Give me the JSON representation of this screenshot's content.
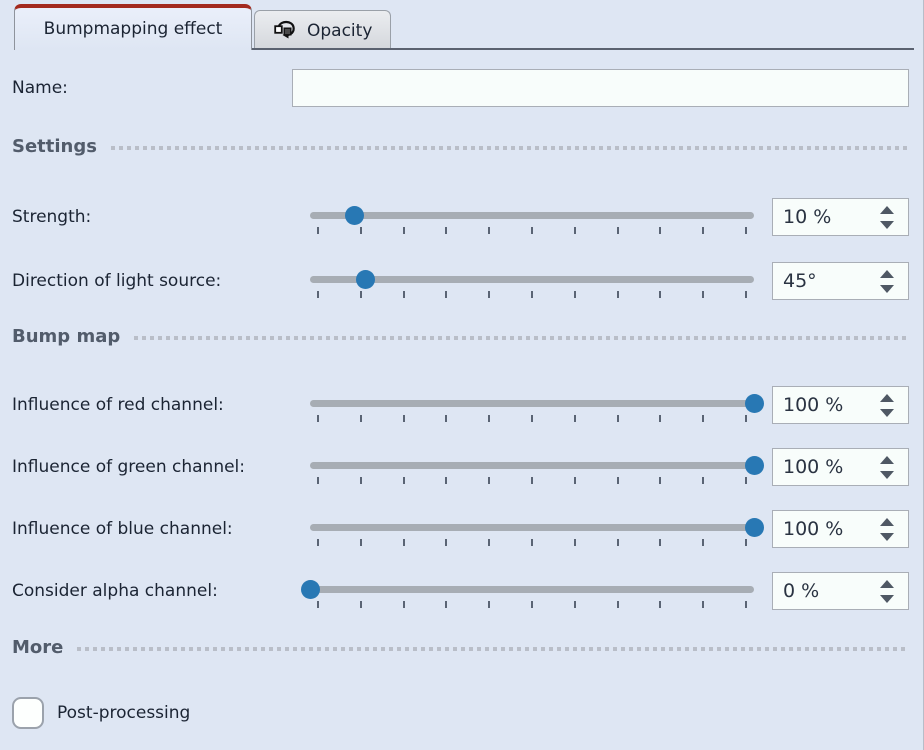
{
  "tabs": [
    {
      "label": "Bumpmapping effect",
      "active": true
    },
    {
      "label": "Opacity",
      "active": false,
      "icon": "fade-rotation-icon"
    }
  ],
  "name_field": {
    "label": "Name:",
    "value": ""
  },
  "rows": [
    {
      "type": "section",
      "label": "Settings"
    },
    {
      "type": "slider",
      "label": "Strength:",
      "value": 10,
      "min": 0,
      "max": 100,
      "ticks": 11,
      "display": "10 %"
    },
    {
      "type": "slider",
      "label": "Direction of light source:",
      "value": 45,
      "min": 0,
      "max": 360,
      "ticks": 11,
      "display": "45°"
    },
    {
      "type": "section",
      "label": "Bump map"
    },
    {
      "type": "slider",
      "label": "Influence of red channel:",
      "value": 100,
      "min": 0,
      "max": 100,
      "ticks": 11,
      "display": "100 %"
    },
    {
      "type": "slider",
      "label": "Influence of green channel:",
      "value": 100,
      "min": 0,
      "max": 100,
      "ticks": 11,
      "display": "100 %"
    },
    {
      "type": "slider",
      "label": "Influence of blue channel:",
      "value": 100,
      "min": 0,
      "max": 100,
      "ticks": 11,
      "display": "100 %"
    },
    {
      "type": "slider",
      "label": "Consider alpha channel:",
      "value": 0,
      "min": 0,
      "max": 100,
      "ticks": 11,
      "display": "0 %"
    },
    {
      "type": "section",
      "label": "More"
    },
    {
      "type": "checkbox",
      "label": "Post-processing",
      "checked": false
    }
  ],
  "colors": {
    "background": "#dee6f3",
    "accent_red": "#a32a1e",
    "slider_handle": "#2878b4",
    "slider_track": "#a7adb4",
    "field_bg": "#f8fdfb",
    "field_border": "#a9aeb6",
    "text_dark": "#1b2433",
    "section_text": "#525c6b",
    "tab_line": "#5b6270"
  }
}
